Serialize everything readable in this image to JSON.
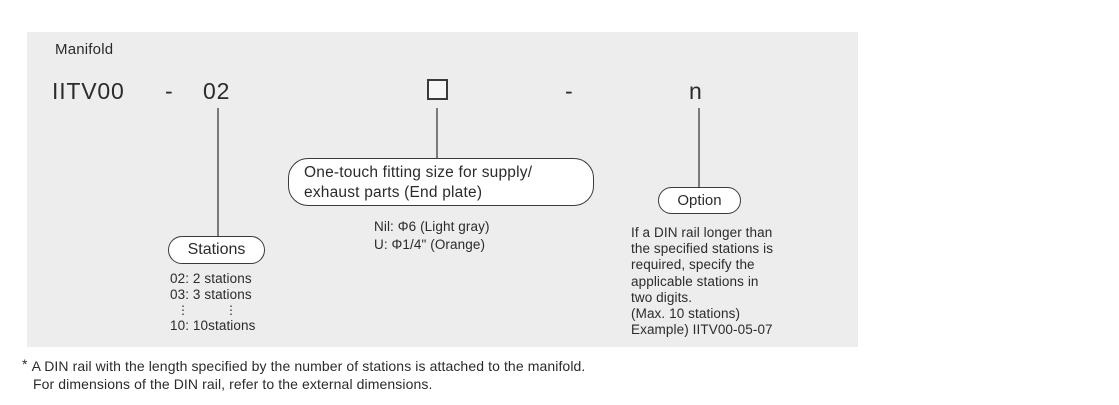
{
  "panel": {
    "title": "Manifold",
    "part_number": {
      "base": "IITV00",
      "separator1": "-",
      "stations_code": "02",
      "separator2": "-",
      "option_code": "n"
    },
    "stations": {
      "bubble_label": "Stations",
      "items": [
        "02: 2 stations",
        "03: 3 stations"
      ],
      "ellipsis": "⋮",
      "last_item": "10: 10stations"
    },
    "fitting": {
      "bubble_label_line1": "One-touch fitting size for supply/",
      "bubble_label_line2": "exhaust parts (End plate)",
      "items": [
        "Nil: Φ6 (Light gray)",
        "U: Φ1/4\" (Orange)"
      ]
    },
    "option": {
      "bubble_label": "Option",
      "description_lines": [
        "If a DIN rail longer than",
        "the specified stations is",
        "required, specify the",
        "applicable stations in",
        "two digits.",
        "(Max. 10 stations)",
        "Example) IITV00-05-07"
      ]
    }
  },
  "footnote": {
    "marker": "*",
    "line1": "A DIN rail with the length specified by the number of stations is attached to the manifold.",
    "line2": "For dimensions of the DIN rail, refer to the external dimensions."
  },
  "colors": {
    "panel_background": "#ededed",
    "text": "#2b2b2b",
    "connector_line": "#7a7a7a",
    "bubble_border": "#3a3a3a",
    "bubble_background": "#ffffff"
  }
}
